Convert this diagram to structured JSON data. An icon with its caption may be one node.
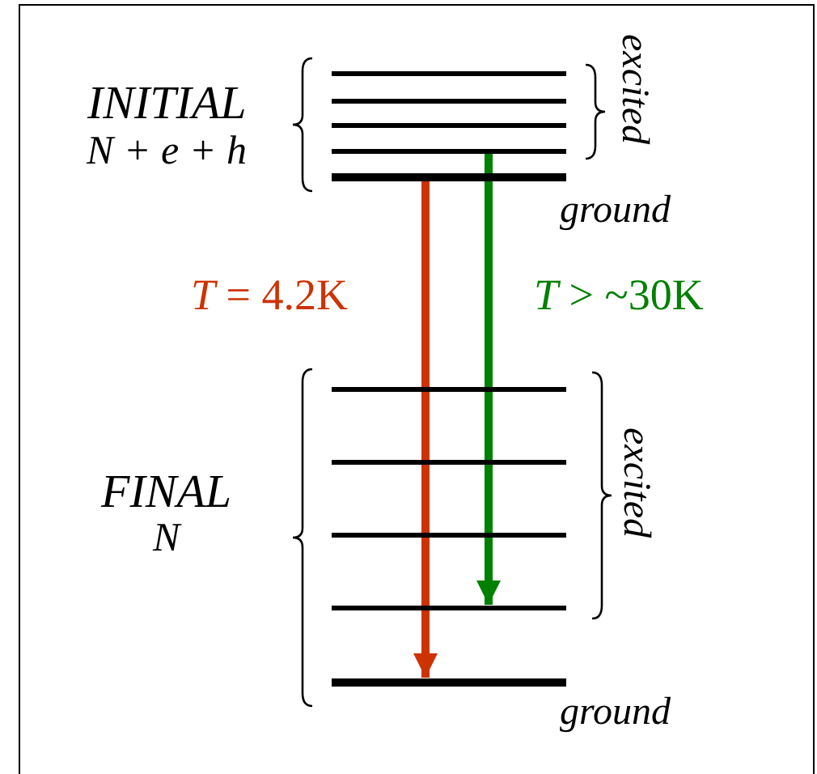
{
  "diagram": {
    "nodes": [
      {
        "text": [],
        "shape": "bar"
      },
      {
        "text": [],
        "shape": "bar"
      },
      {
        "text": [],
        "shape": "bar"
      },
      {
        "text": [],
        "shape": "bar"
      },
      {
        "text": [],
        "shape": "bar"
      },
      {
        "text": [],
        "shape": "bar"
      },
      {
        "text": [],
        "shape": "bar"
      },
      {
        "text": [],
        "shape": "bar"
      },
      {
        "text": [],
        "shape": "bar"
      },
      {
        "text": [],
        "shape": "bar"
      }
    ],
    "edges": [
      {
        "from": 4,
        "to": 9,
        "arrow": "to",
        "label": "*T* = 4.2K",
        "color": "#cc3300"
      },
      {
        "from": 3,
        "to": 8,
        "arrow": "to",
        "label": "*T* > ~30K",
        "color": "#008000"
      }
    ],
    "labels": [
      "INITIAL",
      "N + e + h",
      "excited",
      "ground",
      "FINAL",
      "N",
      "excited",
      "ground"
    ]
  }
}
